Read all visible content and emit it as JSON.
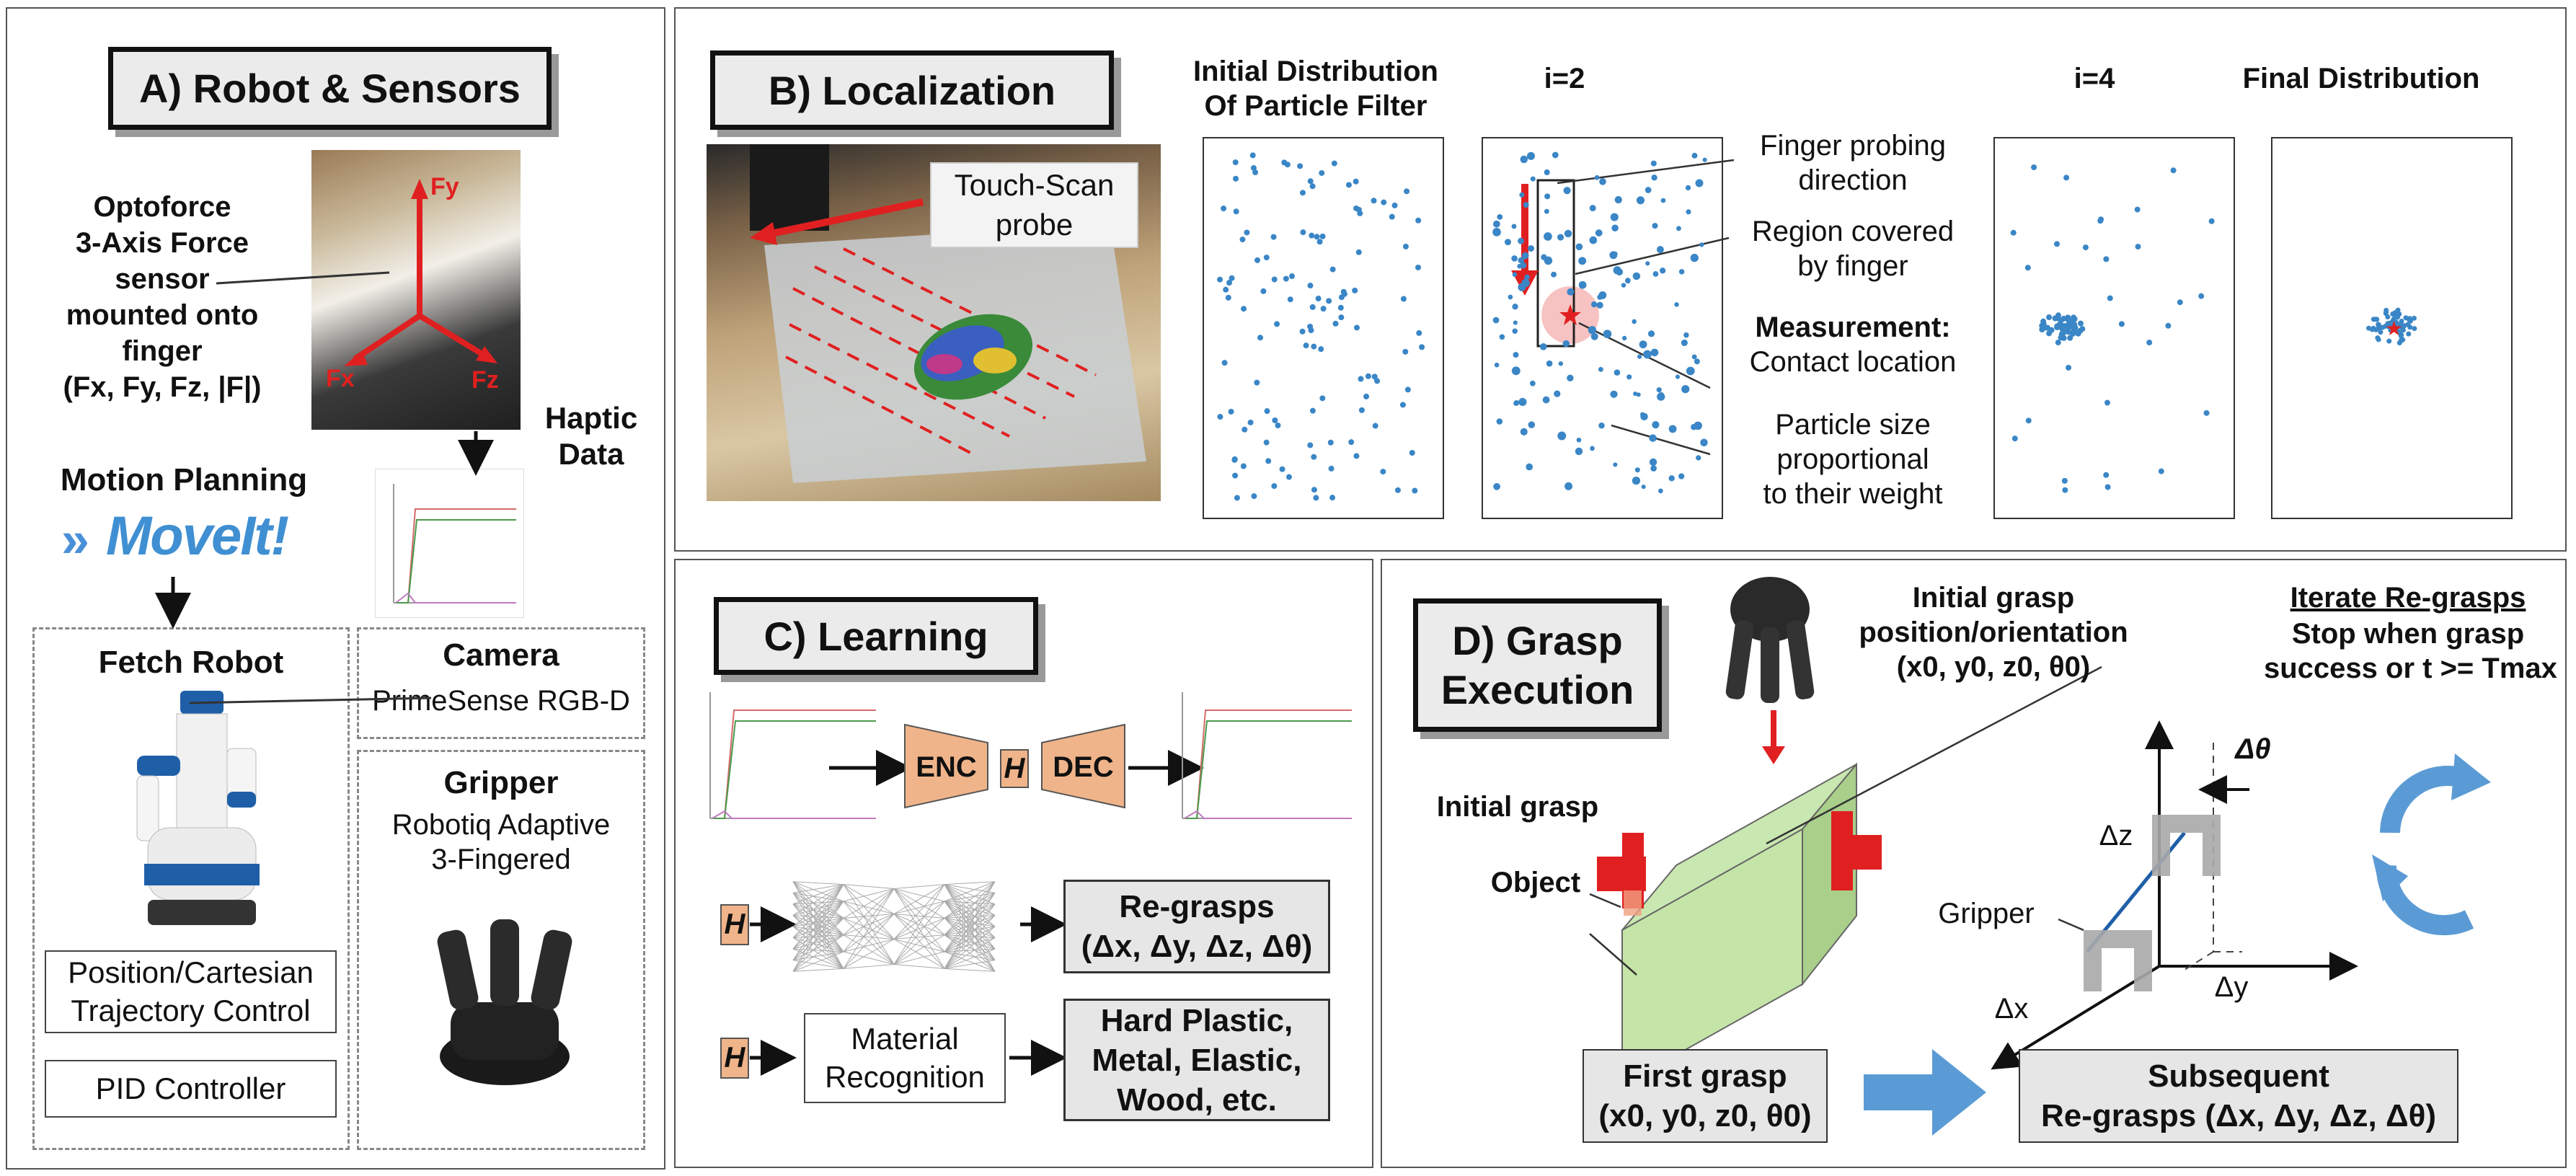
{
  "panelA": {
    "title": "A) Robot & Sensors",
    "sensor_label": [
      "Optoforce",
      "3-Axis Force",
      "sensor",
      "mounted onto",
      "finger",
      "(Fx, Fy, Fz, |F|)"
    ],
    "motion_planning": "Motion Planning",
    "moveit_logo": "MoveIt!",
    "haptic_data": [
      "Haptic",
      "Data"
    ],
    "fetch_robot": "Fetch Robot",
    "camera_title": "Camera",
    "camera_sub": "PrimeSense RGB-D",
    "gripper_title": "Gripper",
    "gripper_sub": [
      "Robotiq Adaptive",
      "3-Fingered"
    ],
    "pos_control": [
      "Position/Cartesian",
      "Trajectory Control"
    ],
    "pid": "PID Controller",
    "force_axes": [
      "Fx",
      "Fy",
      "Fz"
    ]
  },
  "panelB": {
    "title": "B) Localization",
    "touch_scan": [
      "Touch-Scan",
      "probe"
    ],
    "initial_dist": [
      "Initial Distribution",
      "Of Particle Filter"
    ],
    "i2": "i=2",
    "i4": "i=4",
    "final_dist": "Final Distribution",
    "ann_probe": [
      "Finger probing",
      "direction"
    ],
    "ann_region": [
      "Region covered",
      "by finger"
    ],
    "ann_meas_bold": "Measurement:",
    "ann_meas": "Contact location",
    "ann_particle": [
      "Particle size",
      "proportional",
      "to their weight"
    ]
  },
  "panelC": {
    "title": "C) Learning",
    "enc": "ENC",
    "h": "H",
    "dec": "DEC",
    "regrasps": [
      "Re-grasps",
      "(Δx, Δy, Δz, Δθ)"
    ],
    "material": [
      "Material",
      "Recognition"
    ],
    "materials_out": [
      "Hard Plastic,",
      "Metal, Elastic,",
      "Wood, etc."
    ]
  },
  "panelD": {
    "title": [
      "D) Grasp",
      "Execution"
    ],
    "initial_grasp_pose": [
      "Initial grasp",
      "position/orientation",
      "(x0, y0, z0, θ0)"
    ],
    "iterate_title": "Iterate Re-grasps",
    "iterate_sub": [
      "Stop when grasp",
      "success or t >= Tmax"
    ],
    "initial_grasp": "Initial grasp",
    "object": "Object",
    "gripper": "Gripper",
    "dtheta": "Δθ",
    "dz": "Δz",
    "dx": "Δx",
    "dy": "Δy",
    "first_grasp": [
      "First grasp",
      "(x0, y0, z0, θ0)"
    ],
    "subsequent": [
      "Subsequent",
      "Re-grasps (Δx, Δy, Δz, Δθ)"
    ]
  },
  "colors": {
    "orange": "#f0b48a",
    "blue_particle": "#3a86c6",
    "red": "#e02020",
    "green_obj": "#c9e7b0",
    "arrow_blue": "#5b9bd5"
  }
}
